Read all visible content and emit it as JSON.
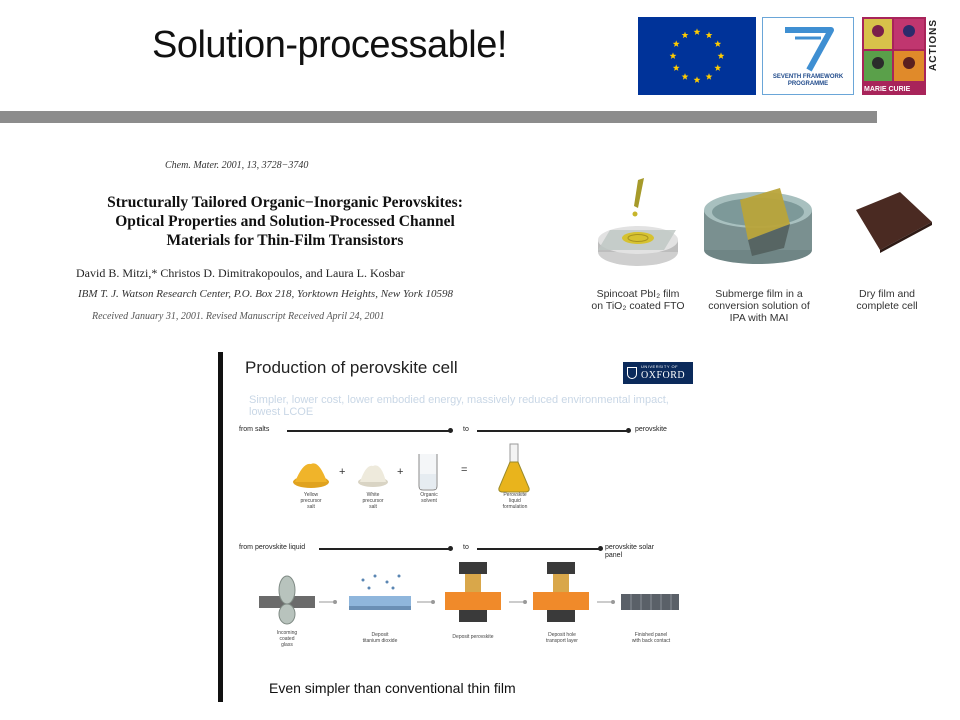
{
  "slide": {
    "title": "Solution-processable!"
  },
  "logos": {
    "fp7_text": "SEVENTH FRAMEWORK PROGRAMME",
    "marie_curie_text": "MARIE CURIE",
    "actions_text": "ACTIONS",
    "eu_flag_color": "#003399",
    "marie_curie_color": "#a8245a"
  },
  "journal": {
    "citation": "Chem. Mater. 2001, 13, 3728−3740",
    "title_lines": [
      "Structurally Tailored Organic−Inorganic Perovskites:",
      "Optical Properties and Solution-Processed Channel",
      "Materials for Thin-Film Transistors"
    ],
    "authors": "David B. Mitzi,* Christos D. Dimitrakopoulos, and Laura L. Kosbar",
    "affiliation": "IBM T. J. Watson Research Center, P.O. Box 218, Yorktown Heights, New York 10598",
    "received": "Received January 31, 2001. Revised Manuscript Received April 24, 2001"
  },
  "process_steps": [
    {
      "caption_lines": [
        "Spincoat PbI₂ film",
        "on TiO₂ coated FTO"
      ],
      "icon": "spincoat-icon"
    },
    {
      "caption_lines": [
        "Submerge film in a",
        "conversion solution of",
        "IPA with MAI"
      ],
      "icon": "submerge-dish-icon"
    },
    {
      "caption_lines": [
        "Dry film and",
        "complete cell"
      ],
      "icon": "dry-film-icon"
    }
  ],
  "panel": {
    "title": "Production of perovskite cell",
    "brand_small": "UNIVERSITY OF",
    "brand": "OXFORD",
    "subtitle": "Simpler, lower cost, lower embodied energy, massively reduced environmental impact, lowest LCOE",
    "row1": {
      "from": "from salts",
      "to": "to",
      "end": "perovskite"
    },
    "ingredients": [
      {
        "caption_lines": [
          "Yellow",
          "precursor",
          "salt"
        ],
        "icon": "yellow-salt-icon"
      },
      {
        "caption_lines": [
          "White",
          "precursor",
          "salt"
        ],
        "icon": "white-salt-icon"
      },
      {
        "caption_lines": [
          "Organic",
          "solvent"
        ],
        "icon": "solvent-beaker-icon"
      },
      {
        "caption_lines": [
          "Perovskite",
          "liquid",
          "formulation"
        ],
        "icon": "flask-icon"
      }
    ],
    "operators": [
      "+",
      "+",
      "="
    ],
    "row2": {
      "from": "from perovskite liquid",
      "to": "to",
      "end_lines": [
        "perovskite solar",
        "panel"
      ]
    },
    "stages": [
      {
        "caption_lines": [
          "Incoming",
          "coated",
          "glass"
        ],
        "icon": "roller-icon"
      },
      {
        "caption_lines": [
          "Deposit",
          "titanium dioxide"
        ],
        "icon": "tio2-spray-icon"
      },
      {
        "caption_lines": [
          "Deposit perovskite"
        ],
        "icon": "perovskite-press-icon"
      },
      {
        "caption_lines": [
          "Deposit hole",
          "transport layer"
        ],
        "icon": "htl-press-icon"
      },
      {
        "caption_lines": [
          "Finished panel",
          "with back contact"
        ],
        "icon": "finished-panel-icon"
      }
    ],
    "footer": "Even simpler than conventional thin film"
  }
}
